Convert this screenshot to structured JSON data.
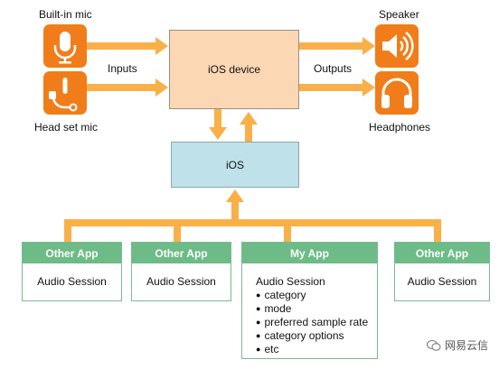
{
  "colors": {
    "orange": "#f07d1a",
    "arrow": "#f9b048",
    "device_fill": "#fbd7b3",
    "ios_fill": "#bfe1ea",
    "app_green": "#6dbb86"
  },
  "inputs": {
    "label": "Inputs",
    "builtin_mic": {
      "label": "Built-in mic",
      "icon": "microphone-icon"
    },
    "headset_mic": {
      "label": "Head set mic",
      "icon": "headset-mic-icon"
    }
  },
  "outputs": {
    "label": "Outputs",
    "speaker": {
      "label": "Speaker",
      "icon": "speaker-icon"
    },
    "headphones": {
      "label": "Headphones",
      "icon": "headphones-icon"
    }
  },
  "device": {
    "label": "iOS device"
  },
  "ios": {
    "label": "iOS"
  },
  "apps": [
    {
      "title": "Other App",
      "body": "Audio Session"
    },
    {
      "title": "Other App",
      "body": "Audio Session"
    },
    {
      "title": "My App",
      "body": "Audio Session",
      "options": [
        "category",
        "mode",
        "preferred sample rate",
        "category options",
        "etc"
      ]
    },
    {
      "title": "Other App",
      "body": "Audio Session"
    }
  ],
  "watermark": {
    "text": "网易云信",
    "icon": "wechat-icon"
  }
}
